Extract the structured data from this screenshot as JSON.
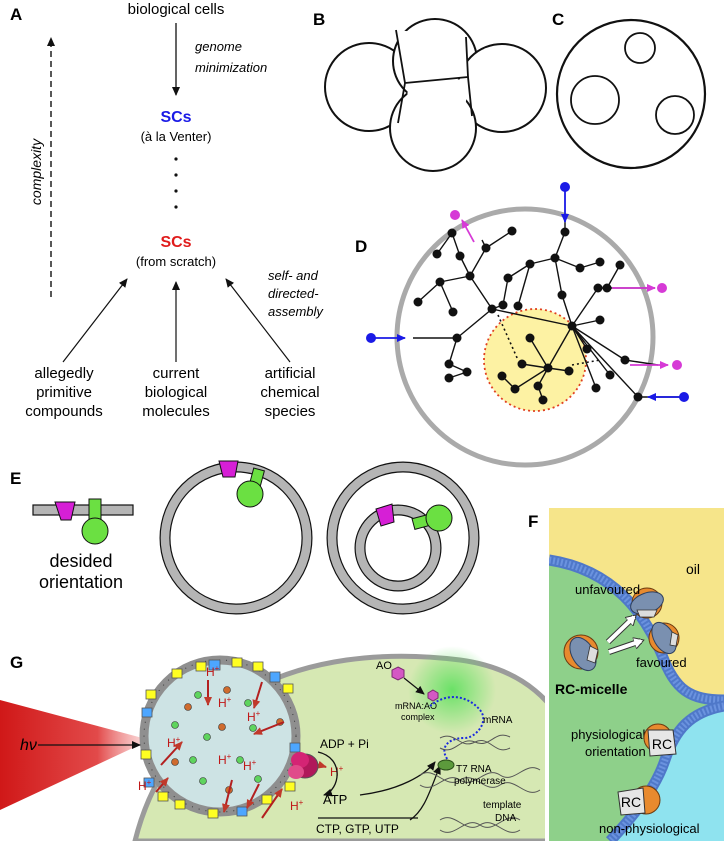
{
  "panels": {
    "a": "A",
    "b": "B",
    "c": "C",
    "d": "D",
    "e": "E",
    "f": "F",
    "g": "G"
  },
  "panel_a": {
    "top": "biological cells",
    "genome_1": "genome",
    "genome_2": "minimization",
    "sc_venter": "SCs",
    "venter_sub": "(à la Venter)",
    "sc_scratch": "SCs",
    "scratch_sub": "(from scratch)",
    "complexity": "complexity",
    "self_1": "self- and",
    "self_2": "directed-",
    "self_3": "assembly",
    "src1_l1": "allegedly",
    "src1_l2": "primitive",
    "src1_l3": "compounds",
    "src2_l1": "current",
    "src2_l2": "biological",
    "src2_l3": "molecules",
    "src3_l1": "artificial",
    "src3_l2": "chemical",
    "src3_l3": "species"
  },
  "panel_e": {
    "line1": "desided",
    "line2": "orientation"
  },
  "panel_f": {
    "oil": "oil",
    "unfavoured": "unfavoured",
    "favoured": "favoured",
    "rc_micelle": "RC-micelle",
    "phys_1": "physiological",
    "phys_2": "orientation",
    "rc": "RC",
    "nonphys": "non-physiological"
  },
  "panel_g": {
    "hv": "hν",
    "h": "H",
    "plus": "+",
    "ao": "AO",
    "complex_1": "mRNA:AO",
    "complex_2": "complex",
    "mrna": "mRNA",
    "adp": "ADP + Pi",
    "atp": "ATP",
    "t7_1": "T7 RNA",
    "t7_2": "polymerase",
    "template_1": "template",
    "template_2": "DNA",
    "ntp": "CTP, GTP, UTP"
  },
  "colors": {
    "blue": "#1a1ae6",
    "red": "#e01b1b",
    "magenta": "#d63ad6",
    "green": "#6be042",
    "grey": "#a9a9a9",
    "oil": "#f6e58a",
    "water": "#8fe3ef",
    "cell_fill": "#d6e8b3",
    "vesicle": "#cde3e4"
  }
}
